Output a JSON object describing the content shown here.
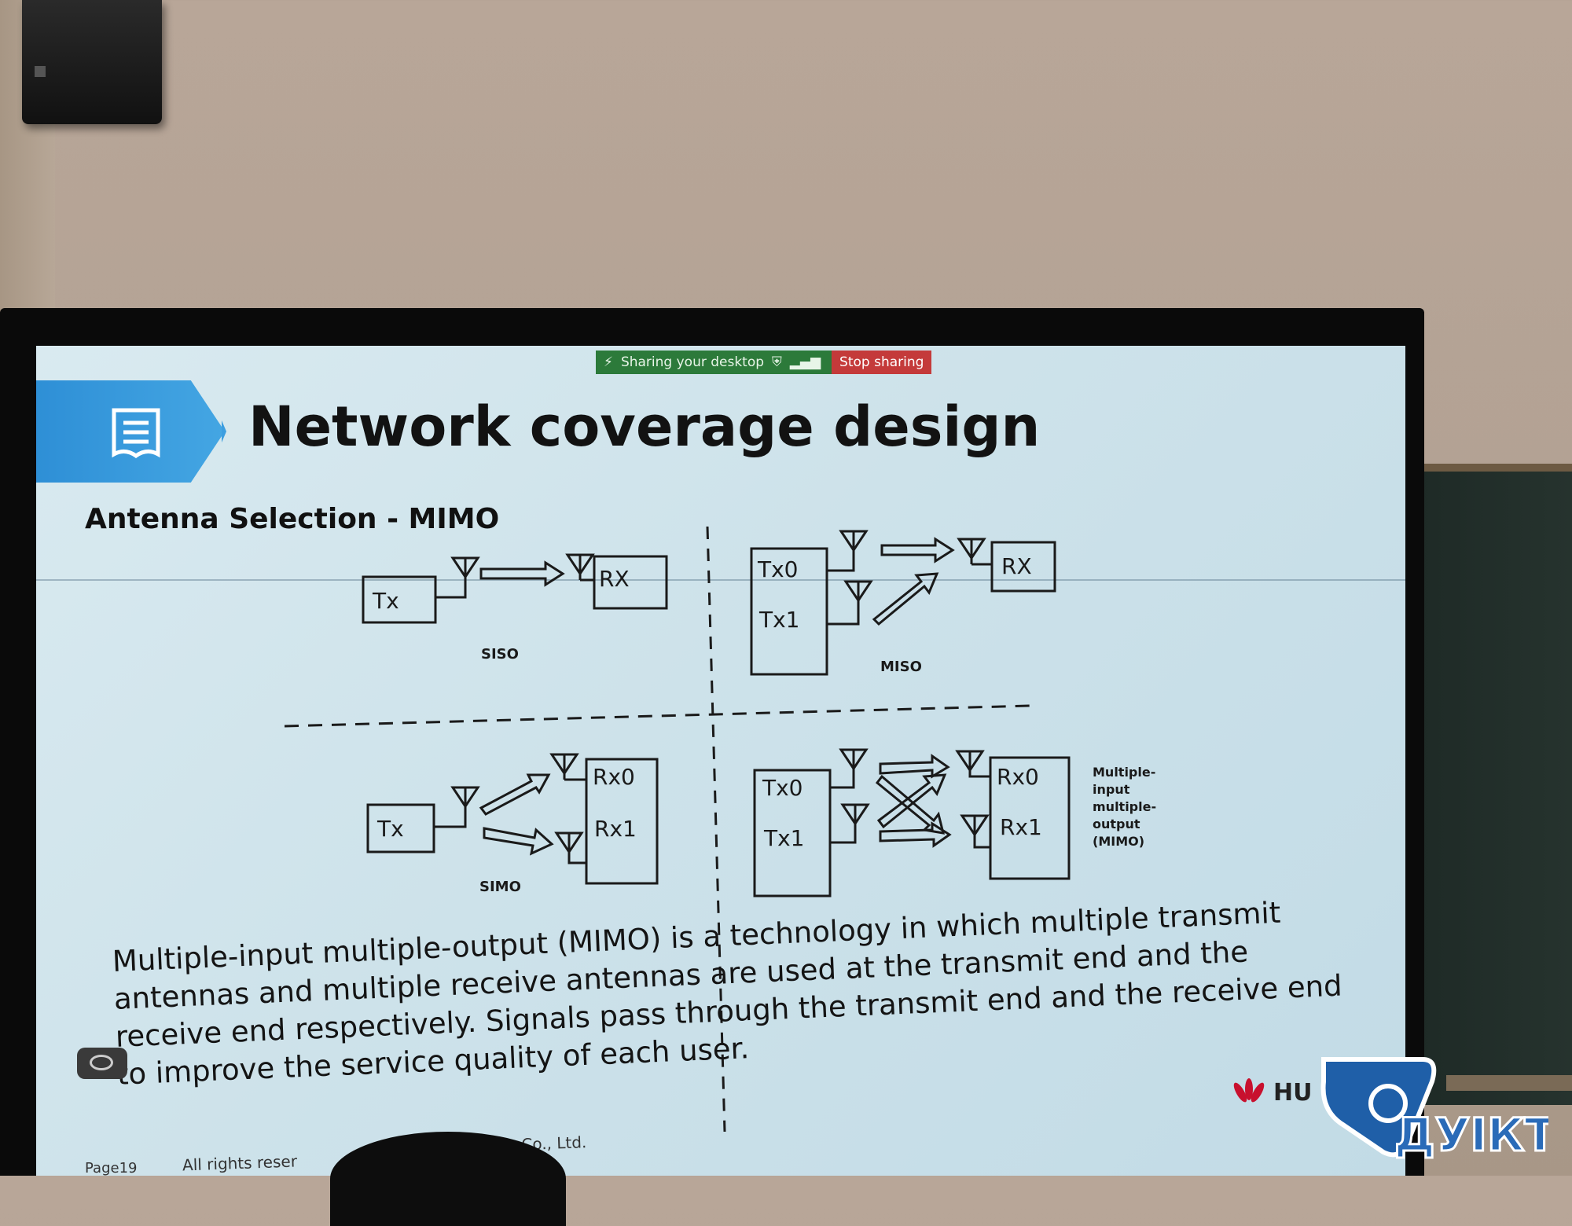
{
  "share_bar": {
    "status_text": "Sharing your desktop",
    "stop_label": "Stop sharing"
  },
  "slide": {
    "title": "Network coverage design",
    "subtitle": "Antenna Selection - MIMO",
    "body": "Multiple-input multiple-output (MIMO) is a technology in which multiple transmit antennas and multiple receive antennas are used at the transmit end and the receive end respectively. Signals pass through the transmit end and the receive end to improve the service quality of each user.",
    "footer_page": "Page19",
    "footer_rights": "All rights reser",
    "footer_company": "ologies Co., Ltd.",
    "brand": "HU"
  },
  "diagram": {
    "siso": {
      "label": "SISO",
      "tx": "Tx",
      "rx": "RX"
    },
    "miso": {
      "label": "MISO",
      "tx0": "Tx0",
      "tx1": "Tx1",
      "rx": "RX"
    },
    "simo": {
      "label": "SIMO",
      "tx": "Tx",
      "rx0": "Rx0",
      "rx1": "Rx1"
    },
    "mimo": {
      "tx0": "Tx0",
      "tx1": "Tx1",
      "rx0": "Rx0",
      "rx1": "Rx1",
      "caption_lines": [
        "Multiple-",
        "input",
        "multiple-",
        "output",
        "(MIMO)"
      ]
    }
  },
  "watermark": {
    "text": "ДУІКТ"
  },
  "colors": {
    "banner": "#3a9be0",
    "share_green": "#2c7a3a",
    "stop_red": "#c43a3a",
    "screen_bg": "#cde2ea"
  }
}
